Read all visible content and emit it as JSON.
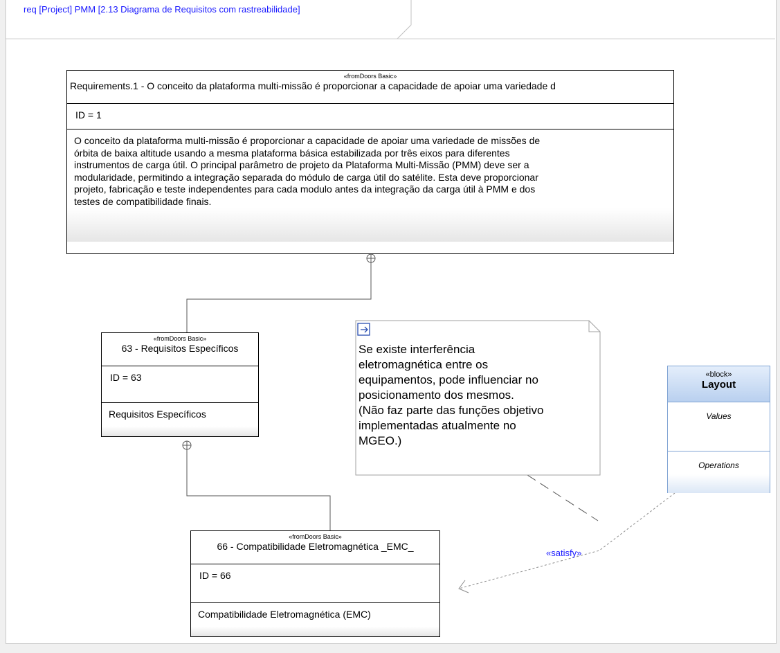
{
  "frame": {
    "title": "req [Project] PMM [2.13 Diagrama de Requisitos com rastreabilidade]"
  },
  "requirements": [
    {
      "stereotype": "«fromDoors Basic»",
      "name": "Requirements.1 - O conceito da plataforma multi-missão é proporcionar a capacidade de apoiar uma variedade d",
      "id": "ID = 1",
      "text_lines": [
        "O conceito da plataforma multi-missão é proporcionar a capacidade de apoiar uma variedade de missões de",
        "órbita de baixa altitude usando a mesma plataforma básica estabilizada por três eixos para diferentes",
        "instrumentos de carga útil. O principal parâmetro de projeto da Plataforma Multi-Missão (PMM) deve ser a",
        "modularidade, permitindo a integração separada do módulo de carga útil do satélite. Esta deve proporcionar",
        "projeto, fabricação e teste independentes para cada modulo antes da integração da carga útil à PMM e dos",
        "testes de compatibilidade finais."
      ]
    },
    {
      "stereotype": "«fromDoors Basic»",
      "name": "63 - Requisitos Específicos",
      "id": "ID = 63",
      "text_lines": [
        "Requisitos Específicos"
      ]
    },
    {
      "stereotype": "«fromDoors Basic»",
      "name": "66 - Compatibilidade Eletromagnética _EMC_",
      "id": "ID = 66",
      "text_lines": [
        "Compatibilidade Eletromagnética (EMC)"
      ]
    }
  ],
  "note": {
    "icon": "note-link-icon",
    "lines": [
      "Se existe interferência",
      "eletromagnética entre os",
      "equipamentos, pode influenciar no",
      "posicionamento dos mesmos.",
      "(Não faz parte das funções objetivo",
      "implementadas atualmente no",
      "MGEO.)"
    ]
  },
  "block": {
    "stereotype": "«block»",
    "name": "Layout",
    "compartments": [
      "Values",
      "Operations"
    ]
  },
  "relations": {
    "satisfy_label": "«satisfy»"
  },
  "colors": {
    "frame_title": "#1a1aff",
    "block_border": "#7fa3d3",
    "block_header": "#b9d0ef",
    "relation_label": "#1a1aff"
  }
}
